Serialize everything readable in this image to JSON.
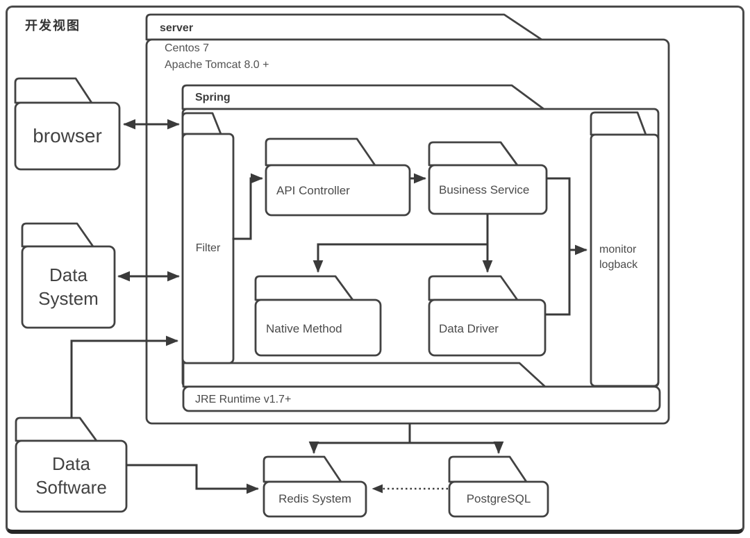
{
  "title": "开发视图",
  "packages": {
    "server": {
      "label": "server",
      "env_line1": "Centos 7",
      "env_line2": "Apache Tomcat 8.0 +"
    },
    "spring": {
      "label": "Spring"
    },
    "jre": {
      "label": "JRE Runtime v1.7+"
    }
  },
  "spring_nodes": {
    "filter": "Filter",
    "api_controller": "API Controller",
    "business_service": "Business Service",
    "native_method": "Native Method",
    "data_driver": "Data Driver",
    "monitor": "monitor\nlogback"
  },
  "external_nodes": {
    "browser": "browser",
    "data_system": "Data\nSystem",
    "data_software": "Data\nSoftware",
    "redis": "Redis System",
    "postgresql": "PostgreSQL"
  },
  "colors": {
    "line": "#3a3a3a",
    "shape_border": "#424242",
    "text": "#4a4a4a",
    "background": "#ffffff"
  }
}
